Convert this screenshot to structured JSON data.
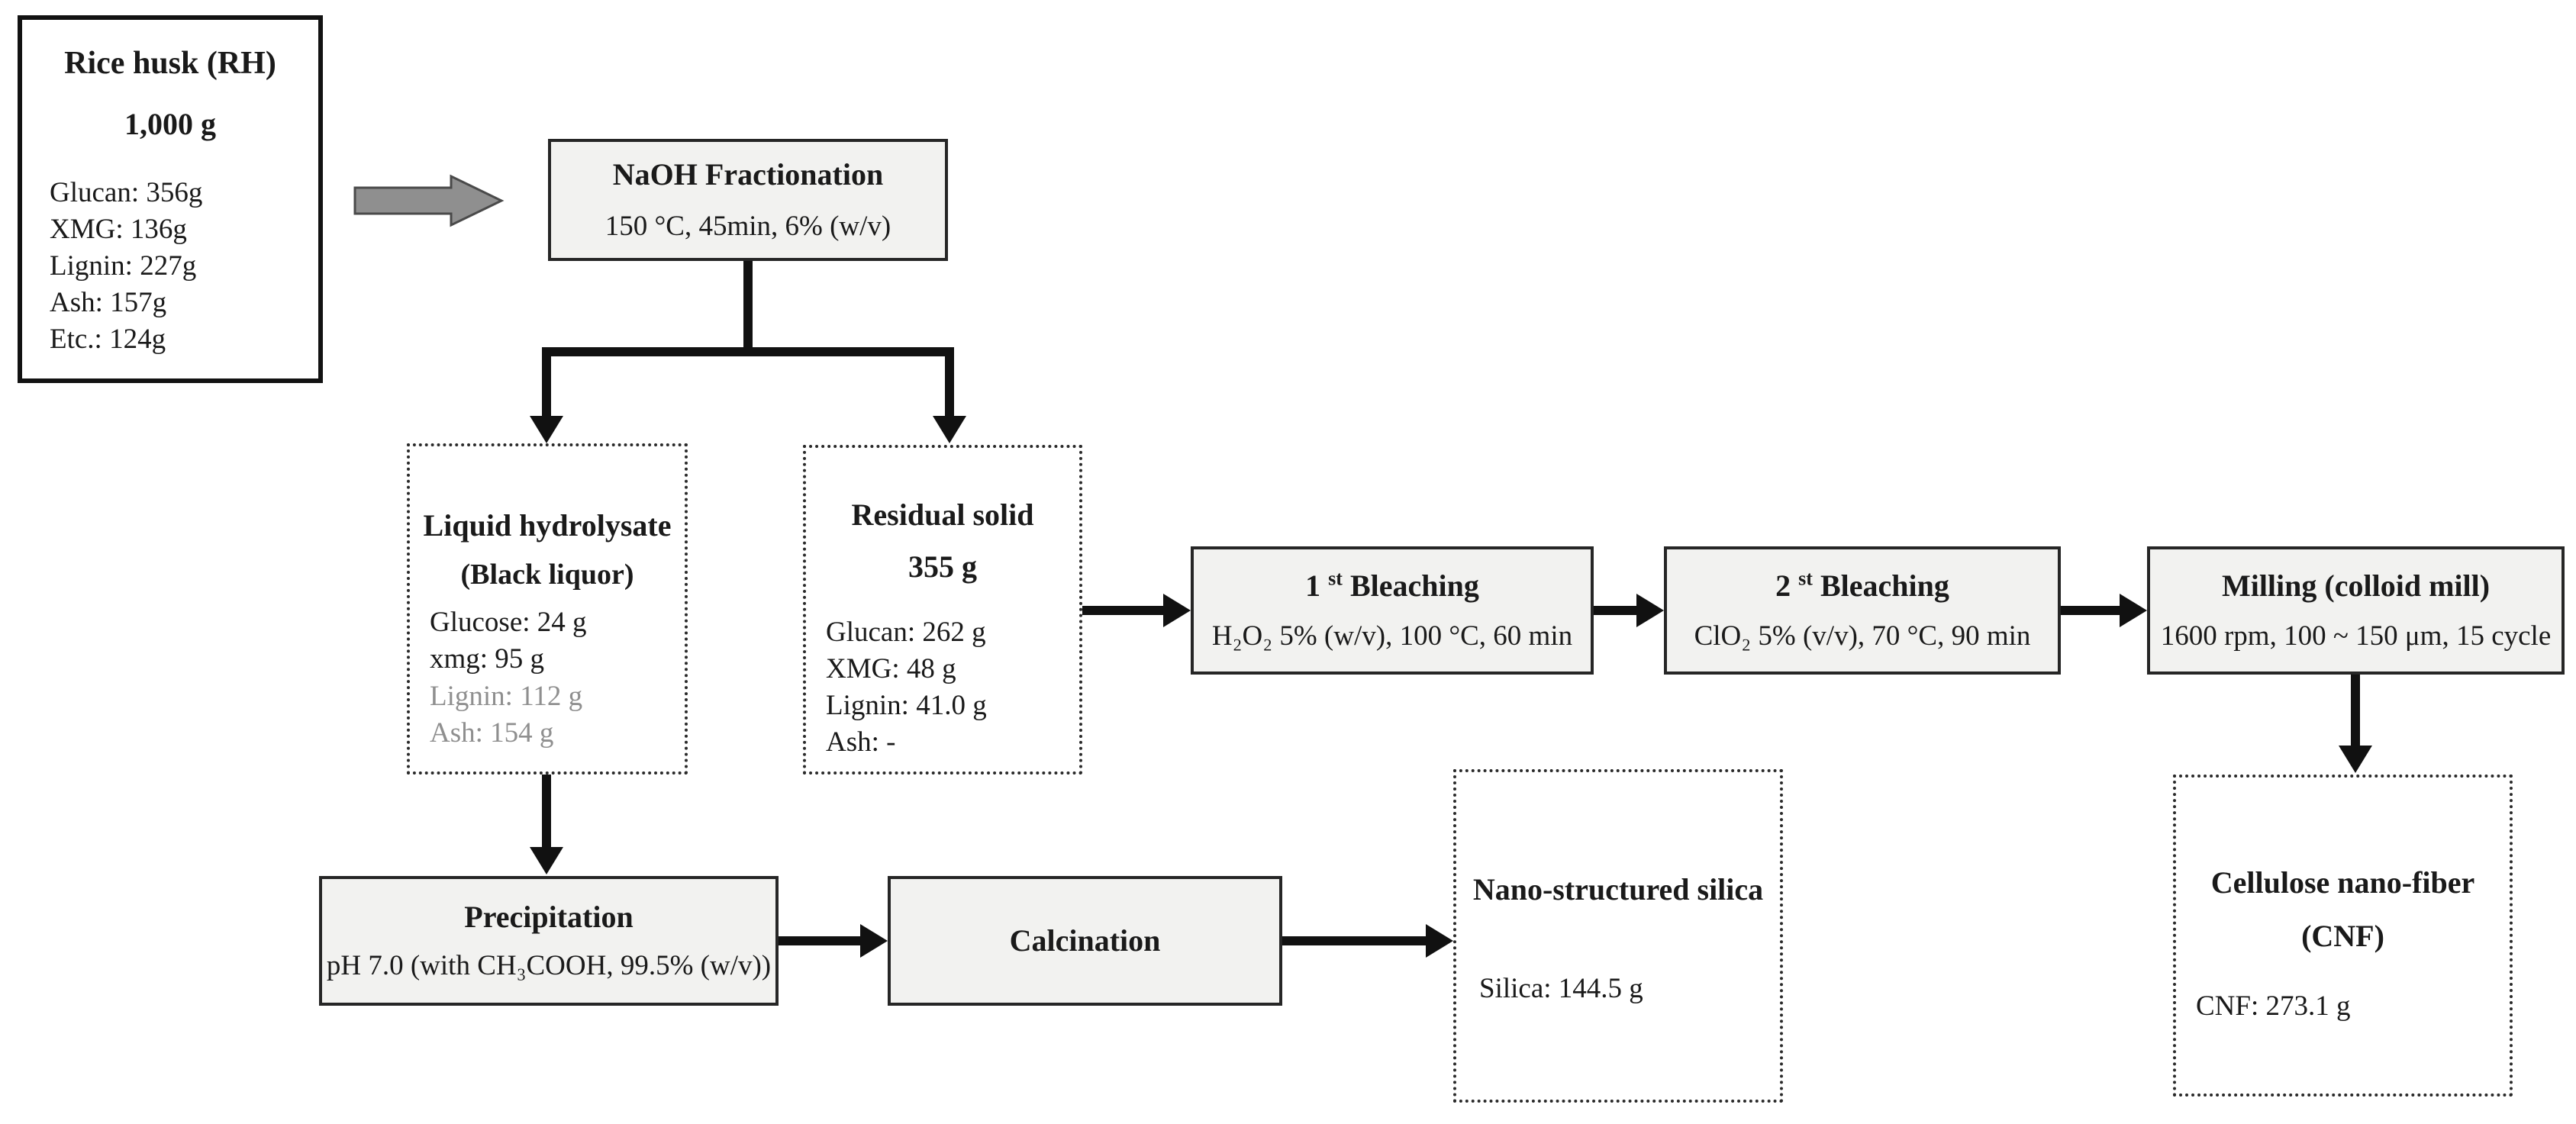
{
  "nodes": {
    "rice_husk": {
      "title": "Rice husk (RH)",
      "amount": "1,000 g",
      "lines": [
        "Glucan: 356g",
        "XMG: 136g",
        "Lignin:  227g",
        "Ash:  157g",
        "Etc.:  124g"
      ]
    },
    "naoh": {
      "title": "NaOH Fractionation",
      "conditions": "150 °C, 45min, 6% (w/v)"
    },
    "liquid_hydrolysate": {
      "title": "Liquid hydrolysate",
      "subtitle": "(Black liquor)",
      "lines": [
        "Glucose: 24 g",
        "xmg: 95 g",
        "Lignin: 112 g",
        "Ash:  154 g"
      ]
    },
    "residual_solid": {
      "title": "Residual solid",
      "amount": "355 g",
      "lines": [
        "Glucan: 262 g",
        "XMG: 48 g",
        "Lignin: 41.0 g",
        "Ash:  -"
      ]
    },
    "bleach1": {
      "num": "1",
      "ord": "st",
      "name": "Bleaching",
      "conditions": "H₂O₂ 5% (w/v), 100 °C, 60 min"
    },
    "bleach2": {
      "num": "2",
      "ord": "st",
      "name": "Bleaching",
      "conditions": "ClO₂ 5% (v/v), 70 °C, 90 min"
    },
    "milling": {
      "title": "Milling (colloid mill)",
      "conditions": "1600 rpm, 100 ~ 150 μm, 15 cycle"
    },
    "precipitation": {
      "title": "Precipitation",
      "conditions": "pH 7.0 (with CH₃COOH, 99.5% (w/v))"
    },
    "calcination": {
      "title": "Calcination"
    },
    "silica": {
      "title": "Nano-structured silica",
      "line": "Silica: 144.5 g"
    },
    "cnf": {
      "title": "Cellulose nano-fiber",
      "subtitle": "(CNF)",
      "line": "CNF: 273.1 g"
    }
  },
  "colors": {
    "process_fill": "#f2f2f0",
    "border": "#262626",
    "arrow": "#111111",
    "block_arrow_fill": "#8f8f8f",
    "dim_text": "#8f8f8f"
  }
}
